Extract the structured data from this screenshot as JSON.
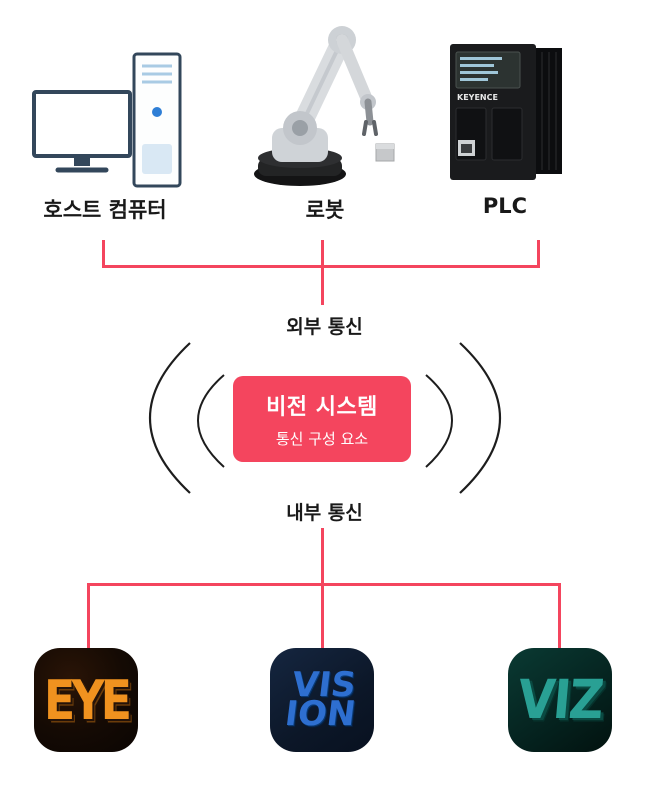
{
  "colors": {
    "accent": "#f4455e"
  },
  "devices": {
    "host": {
      "label": "호스트 컴퓨터"
    },
    "robot": {
      "label": "로봇"
    },
    "plc": {
      "label": "PLC",
      "brand": "KEYENCE"
    }
  },
  "external": {
    "label": "외부 통신"
  },
  "hub": {
    "title": "비전 시스템",
    "subtitle": "통신 구성 요소"
  },
  "internal": {
    "label": "내부 통신"
  },
  "apps": {
    "eye": {
      "text": "EYE"
    },
    "vision": {
      "line1": "VIS",
      "line2": "ION"
    },
    "viz": {
      "text": "VIZ"
    }
  }
}
